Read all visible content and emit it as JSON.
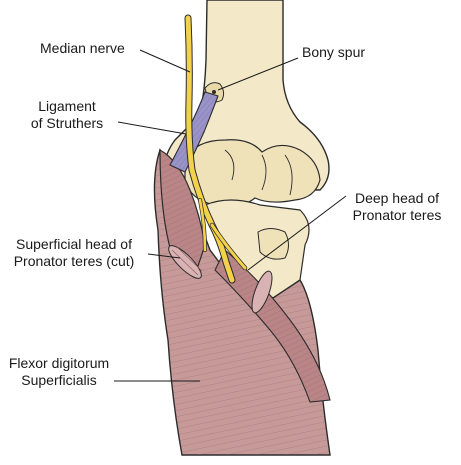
{
  "labels": {
    "median_nerve": "Median nerve",
    "bony_spur": "Bony spur",
    "ligament_line1": "Ligament",
    "ligament_line2": "of Struthers",
    "deep_head_line1": "Deep head of",
    "deep_head_line2": "Pronator teres",
    "superficial_head_line1": "Superficial head of",
    "superficial_head_line2": "Pronator teres (cut)",
    "flexor_line1": "Flexor digitorum",
    "flexor_line2": "Superficialis"
  },
  "colors": {
    "bone": "#f3e9c8",
    "bone_shade": "#e2d3a6",
    "nerve": "#f2d24a",
    "muscle": "#c79a9a",
    "muscle_dark": "#a86f72",
    "ligament": "#9a93c8",
    "outline": "#2b2b2b"
  },
  "icons": {
    "leader_lines": "thin-black-line"
  }
}
